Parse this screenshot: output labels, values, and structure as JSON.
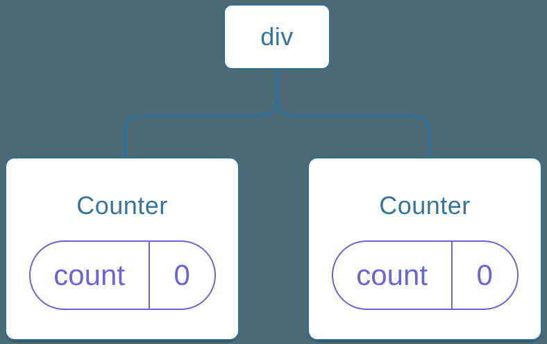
{
  "colors": {
    "background": "#4C6A73",
    "line": "#2E6F9A",
    "node_text": "#35749E",
    "state": "#6A63D9",
    "card_bg": "#FFFFFF"
  },
  "tree": {
    "root": {
      "label": "div"
    },
    "children": [
      {
        "title": "Counter",
        "state": {
          "key": "count",
          "value": "0"
        }
      },
      {
        "title": "Counter",
        "state": {
          "key": "count",
          "value": "0"
        }
      }
    ]
  }
}
